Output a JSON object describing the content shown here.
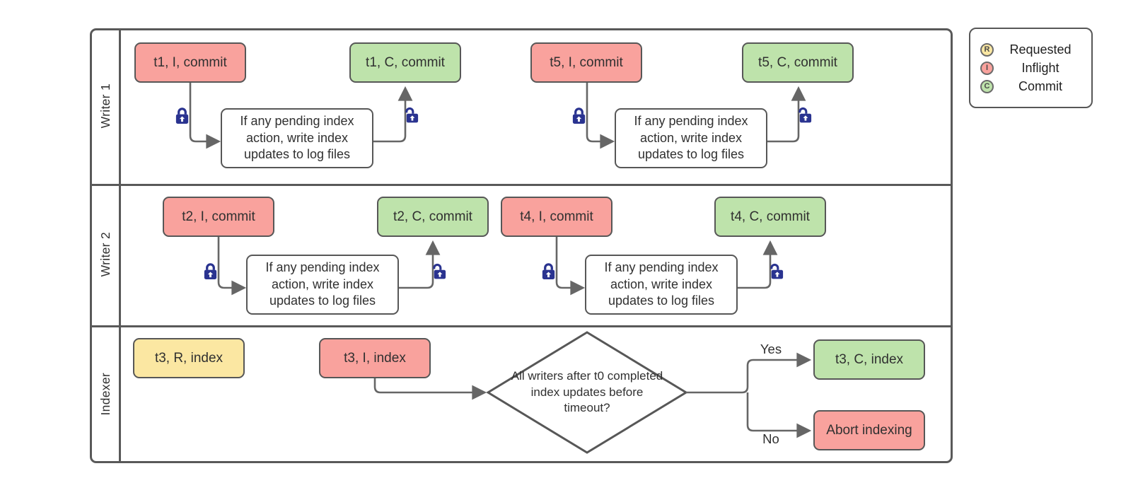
{
  "lanes": [
    {
      "label": "Writer 1"
    },
    {
      "label": "Writer 2"
    },
    {
      "label": "Indexer"
    }
  ],
  "process_note": "If any pending index action, write index updates to log files",
  "nodes": {
    "t1_inflight": {
      "label": "t1, I, commit",
      "state": "inflight"
    },
    "t1_commit": {
      "label": "t1, C, commit",
      "state": "commit"
    },
    "t5_inflight": {
      "label": "t5, I, commit",
      "state": "inflight"
    },
    "t5_commit": {
      "label": "t5, C, commit",
      "state": "commit"
    },
    "t2_inflight": {
      "label": "t2, I, commit",
      "state": "inflight"
    },
    "t2_commit": {
      "label": "t2, C, commit",
      "state": "commit"
    },
    "t4_inflight": {
      "label": "t4, I, commit",
      "state": "inflight"
    },
    "t4_commit": {
      "label": "t4, C, commit",
      "state": "commit"
    },
    "t3_requested": {
      "label": "t3, R, index",
      "state": "requested"
    },
    "t3_inflight": {
      "label": "t3, I, index",
      "state": "inflight"
    },
    "t3_commit": {
      "label": "t3, C, index",
      "state": "commit"
    },
    "abort_indexing": {
      "label": "Abort indexing",
      "state": "inflight"
    }
  },
  "decision": {
    "question": "All writers after t0 completed index updates before timeout?",
    "yes_label": "Yes",
    "no_label": "No"
  },
  "legend": {
    "items": [
      {
        "symbol": "R",
        "label": "Requested",
        "state": "requested"
      },
      {
        "symbol": "I",
        "label": "Inflight",
        "state": "inflight"
      },
      {
        "symbol": "C",
        "label": "Commit",
        "state": "commit"
      }
    ]
  },
  "colors": {
    "requested": "#FBE7A2",
    "inflight": "#F9A29D",
    "commit": "#BEE3AB",
    "shape_border": "#575757",
    "connector": "#666666",
    "lock": "#2A3390",
    "text": "#303030"
  }
}
